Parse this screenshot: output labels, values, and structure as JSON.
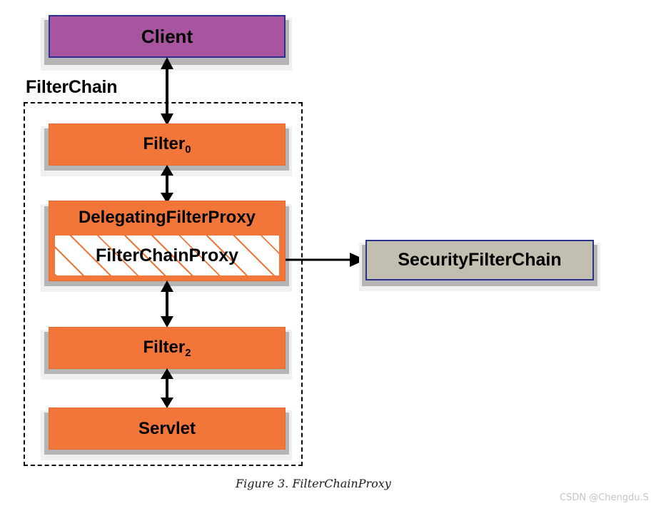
{
  "figure": {
    "caption": "Figure 3. FilterChainProxy",
    "watermark": "CSDN @Chengdu.S"
  },
  "group": {
    "label": "FilterChain"
  },
  "nodes": {
    "client": {
      "label": "Client",
      "color": "#a855a0",
      "border": "#2b2f8f"
    },
    "filter0": {
      "label": "Filter",
      "subscript": "0",
      "color": "#f2763a"
    },
    "delegating": {
      "label": "DelegatingFilterProxy",
      "color": "#f2763a"
    },
    "filterchainproxy": {
      "label": "FilterChainProxy",
      "color": "#ffffff",
      "hatch": "#f2763a"
    },
    "filter2": {
      "label": "Filter",
      "subscript": "2",
      "color": "#f2763a"
    },
    "servlet": {
      "label": "Servlet",
      "color": "#f2763a"
    },
    "securityfilterchain": {
      "label": "SecurityFilterChain",
      "color": "#c3bfb0",
      "border": "#2b2f8f"
    }
  },
  "connections": [
    {
      "name": "client-to-filter0",
      "type": "double-arrow",
      "orientation": "vertical"
    },
    {
      "name": "filter0-to-delegating",
      "type": "double-arrow",
      "orientation": "vertical"
    },
    {
      "name": "delegating-to-filter2",
      "type": "double-arrow",
      "orientation": "vertical"
    },
    {
      "name": "filter2-to-servlet",
      "type": "double-arrow",
      "orientation": "vertical"
    },
    {
      "name": "filterchainproxy-to-securityfilterchain",
      "type": "single-arrow",
      "orientation": "horizontal"
    }
  ]
}
